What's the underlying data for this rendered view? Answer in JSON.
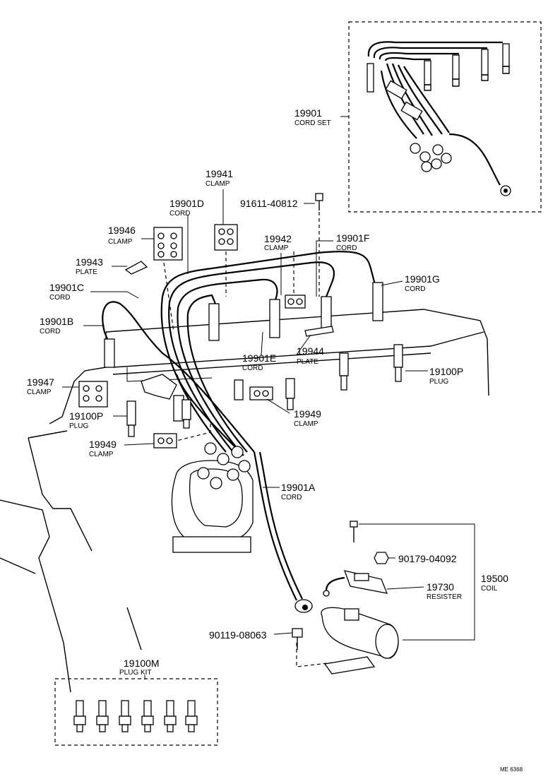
{
  "parts": {
    "p19901": {
      "number": "19901",
      "name": "CORD SET"
    },
    "p19941": {
      "number": "19941",
      "name": "CLAMP"
    },
    "p91611": {
      "number": "91611-40812"
    },
    "p19901D": {
      "number": "19901D",
      "name": "CORD"
    },
    "p19946": {
      "number": "19946",
      "name": "CLAMP"
    },
    "p19942": {
      "number": "19942",
      "name": "CLAMP"
    },
    "p19901F": {
      "number": "19901F",
      "name": "CORD"
    },
    "p19943": {
      "number": "19943",
      "name": "PLATE"
    },
    "p19901G": {
      "number": "19901G",
      "name": "CORD"
    },
    "p19901C": {
      "number": "19901C",
      "name": "CORD"
    },
    "p19901B": {
      "number": "19901B",
      "name": "CORD"
    },
    "p19901E": {
      "number": "19901E",
      "name": "CORD"
    },
    "p19944": {
      "number": "19944",
      "name": "PLATE"
    },
    "p19100P_right": {
      "number": "19100P",
      "name": "PLUG"
    },
    "p19947": {
      "number": "19947",
      "name": "CLAMP"
    },
    "p19100P_left": {
      "number": "19100P",
      "name": "PLUG"
    },
    "p19949_right": {
      "number": "19949",
      "name": "CLAMP"
    },
    "p19949_left": {
      "number": "19949",
      "name": "CLAMP"
    },
    "p19901A": {
      "number": "19901A",
      "name": "CORD"
    },
    "p90179": {
      "number": "90179-04092"
    },
    "p19500": {
      "number": "19500",
      "name": "COIL"
    },
    "p19730": {
      "number": "19730",
      "name": "RESISTER"
    },
    "p90119": {
      "number": "90119-08063"
    },
    "p19100M": {
      "number": "19100M",
      "name": "PLUG KIT"
    }
  },
  "footer": {
    "code": "ME 6368"
  }
}
